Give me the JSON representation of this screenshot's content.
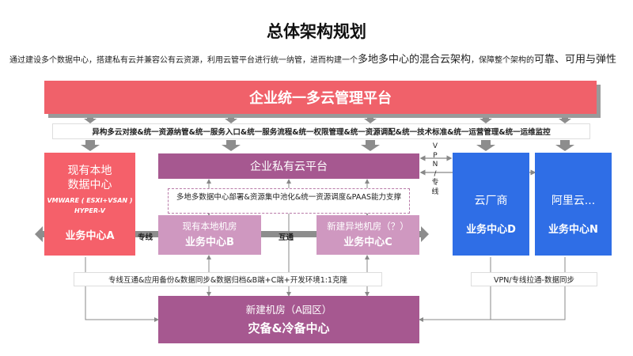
{
  "title": "总体架构规划",
  "subtitle": {
    "part1": "通过建设多个数据中心，搭建私有云并兼容公有云资源，利用云管平台进行统一纳管，进而构建一个",
    "part2": "多地多中心的混合云架构",
    "part3": "，保障整个架构的",
    "part4": "可靠、可用与弹性"
  },
  "top_platform": "企业统一多云管理平台",
  "integration_bar": "异构多云对接&统一资源纳管&统一服务入口&统一服务流程&统一权限管理&统一资源调配&统一技术标准&统一运营管理&统一运维监控",
  "dc_a": {
    "line1": "现有本地",
    "line2": "数据中心",
    "tech1": "VMWARE ( ESXI+VSAN )",
    "tech2": "HYPER-V",
    "label": "业务中心A"
  },
  "private_cloud": "企业私有云平台",
  "capability": "多地多数据中心部署&资源集中池化&统一资源调度&PAAS能力支撑",
  "dc_b": {
    "line1": "现有本地机房",
    "label": "业务中心B"
  },
  "dc_c": {
    "line1": "新建异地机房（？）",
    "label": "业务中心C"
  },
  "dc_d": {
    "line1": "云厂商",
    "label": "业务中心D"
  },
  "dc_n": {
    "line1": "阿里云...",
    "label": "业务中心N"
  },
  "link_zhuanxian": "专线",
  "link_hutong": "互通",
  "vpn_label": [
    "V",
    "P",
    "N",
    "/",
    "专",
    "线"
  ],
  "sync_left": "专线互通&应用备份&数据同步&数据归档&B端+C端+开发环境1:1克隆",
  "sync_right": "VPN/专线拉通-数据同步",
  "dr": {
    "line1": "新建机房（A园区）",
    "label": "灾备&冷备中心"
  }
}
